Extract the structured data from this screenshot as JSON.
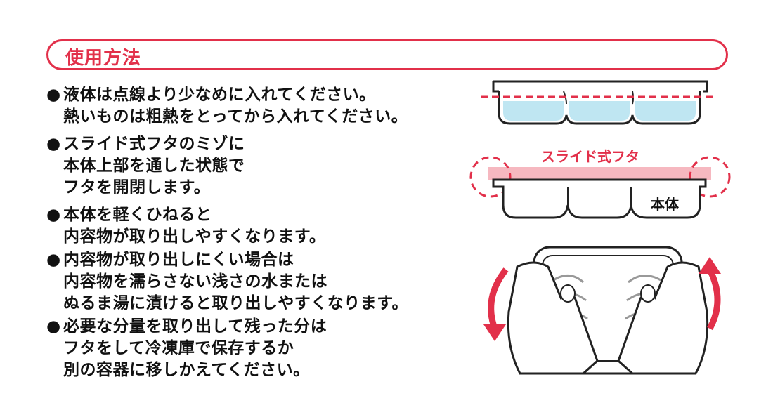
{
  "header": {
    "title": "使用方法"
  },
  "instructions": [
    {
      "bullet": "●",
      "lines": [
        "液体は点線より少なめに入れてください。",
        "熱いものは粗熱をとってから入れてください。"
      ]
    },
    {
      "bullet": "●",
      "lines": [
        "スライド式フタのミゾに",
        "本体上部を通した状態で",
        "フタを開閉します。"
      ]
    },
    {
      "bullet": "●",
      "lines": [
        "本体を軽くひねると",
        "内容物が取り出しやすくなります。"
      ]
    },
    {
      "bullet": "●",
      "lines": [
        "内容物が取り出しにくい場合は",
        "内容物を濡らさない浅さの水または",
        "ぬるま湯に漬けると取り出しやすくなります。"
      ]
    },
    {
      "bullet": "●",
      "lines": [
        "必要な分量を取り出して残った分は",
        "フタをして冷凍庫で保存するか",
        "別の容器に移しかえてください。"
      ]
    }
  ],
  "illustrations": {
    "lid_label": "スライド式フタ",
    "body_label": "本体"
  },
  "colors": {
    "accent": "#e2304a",
    "liquid": "#bfe6f2",
    "lid_highlight": "#f6b8c0"
  }
}
